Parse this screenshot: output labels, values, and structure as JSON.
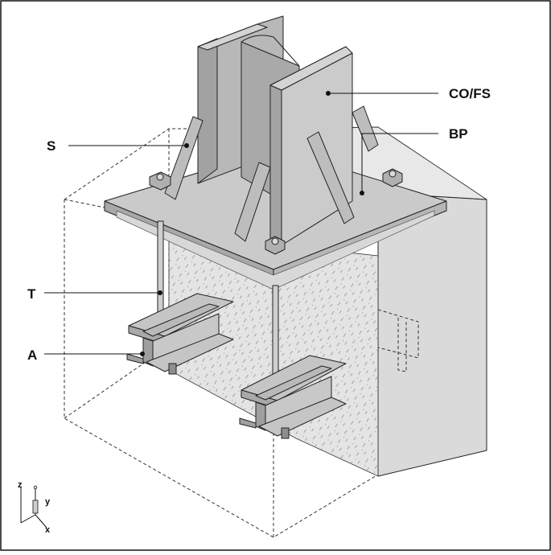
{
  "labels": {
    "column": "CO/FS",
    "base_plate": "BP",
    "stiffener": "S",
    "tie_rod": "T",
    "anchor": "A"
  },
  "axes": {
    "z": "z",
    "y": "y",
    "x": "x"
  },
  "colors": {
    "steel_light": "#c9c9c9",
    "steel_mid": "#b3b3b3",
    "steel_dark": "#9c9c9c",
    "concrete": "#e2e2e2",
    "concrete_side": "#d7d7d7",
    "border": "#111111"
  }
}
